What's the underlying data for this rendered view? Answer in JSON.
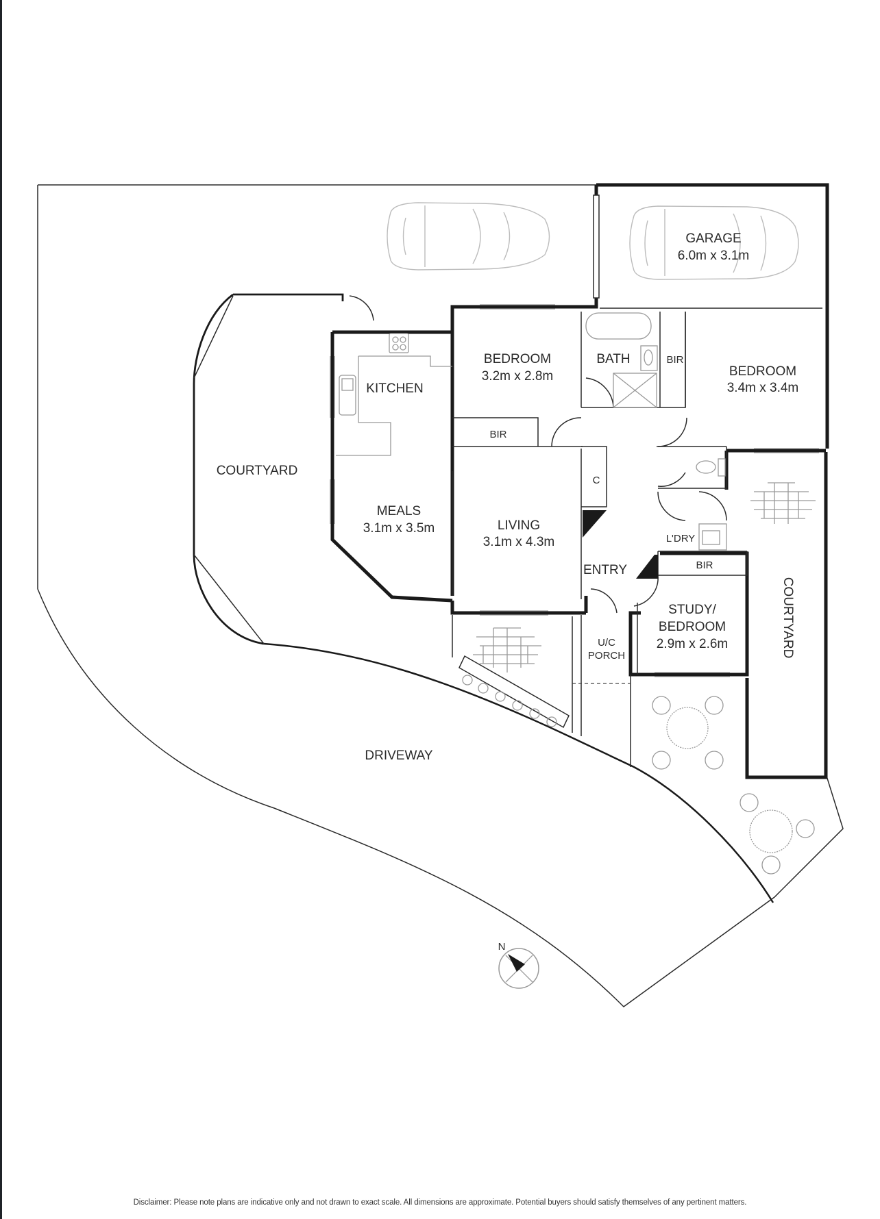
{
  "floorplan": {
    "rooms": [
      {
        "id": "garage",
        "name": "GARAGE",
        "dims": "6.0m x 3.1m"
      },
      {
        "id": "bedroom1",
        "name": "BEDROOM",
        "dims": "3.2m x 2.8m"
      },
      {
        "id": "bath",
        "name": "BATH"
      },
      {
        "id": "bir_bath",
        "name": "BIR"
      },
      {
        "id": "bedroom2",
        "name": "BEDROOM",
        "dims": "3.4m x 3.4m"
      },
      {
        "id": "kitchen",
        "name": "KITCHEN"
      },
      {
        "id": "bir_bed1",
        "name": "BIR"
      },
      {
        "id": "courtyard_west",
        "name": "COURTYARD"
      },
      {
        "id": "cupboard",
        "name": "C"
      },
      {
        "id": "meals",
        "name": "MEALS",
        "dims": "3.1m x 3.5m"
      },
      {
        "id": "living",
        "name": "LIVING",
        "dims": "3.1m x 4.3m"
      },
      {
        "id": "laundry",
        "name": "L'DRY"
      },
      {
        "id": "bir_study",
        "name": "BIR"
      },
      {
        "id": "entry",
        "name": "ENTRY"
      },
      {
        "id": "study",
        "name": "STUDY/",
        "name2": "BEDROOM",
        "dims": "2.9m x 2.6m"
      },
      {
        "id": "porch",
        "name": "U/C",
        "name2": "PORCH"
      },
      {
        "id": "courtyard_east",
        "name": "COURTYARD"
      },
      {
        "id": "driveway",
        "name": "DRIVEWAY"
      }
    ],
    "compass": {
      "label": "N"
    },
    "disclaimer": "Disclaimer: Please note plans are indicative only and not drawn to exact scale. All dimensions are approximate. Potential buyers should satisfy themselves of any pertinent matters.",
    "colors": {
      "wall": "#1a1a1a",
      "line": "#2a2a2a",
      "furniture": "#999999",
      "background": "#ffffff"
    }
  }
}
